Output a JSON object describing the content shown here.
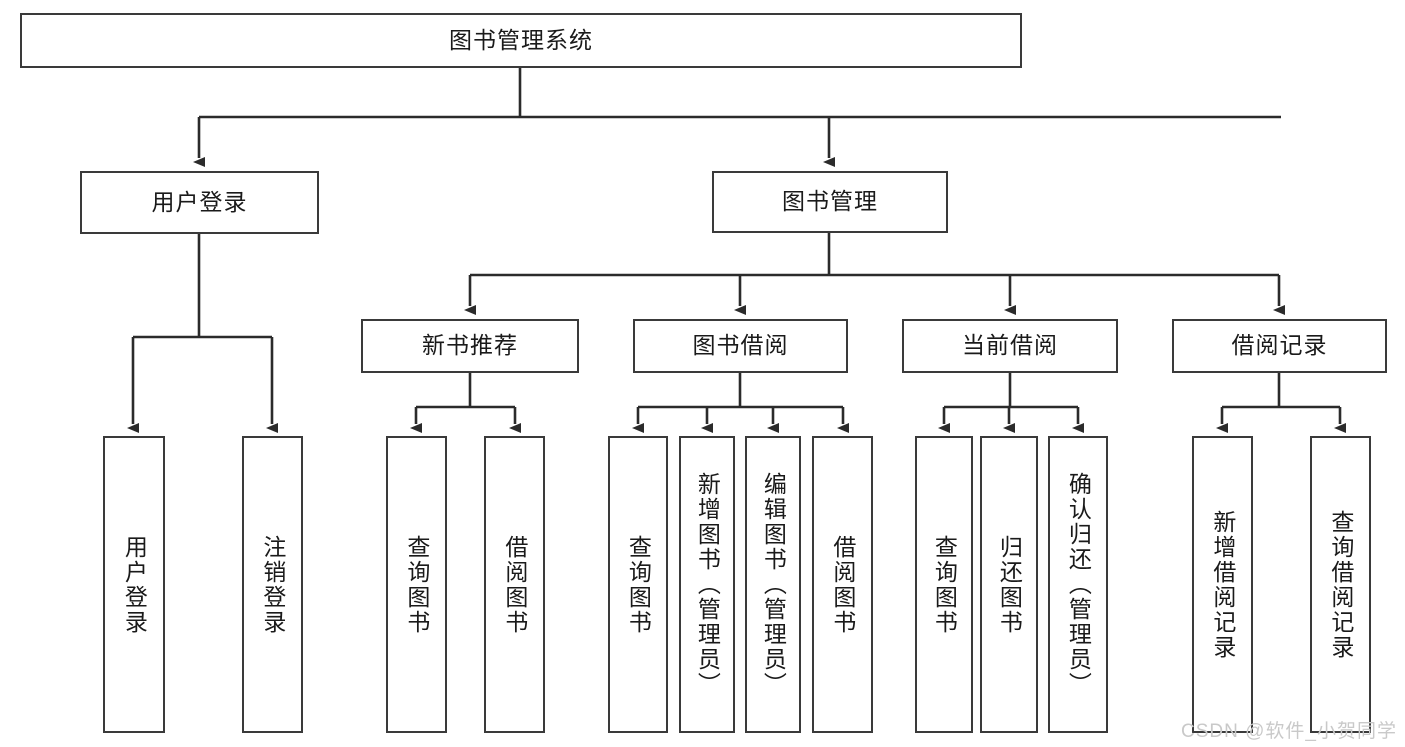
{
  "diagram": {
    "title": "图书管理系统",
    "type": "tree-hierarchy",
    "root": {
      "label": "图书管理系统"
    },
    "level2": [
      {
        "label": "用户登录"
      },
      {
        "label": "图书管理"
      }
    ],
    "level3": [
      {
        "label": "新书推荐"
      },
      {
        "label": "图书借阅"
      },
      {
        "label": "当前借阅"
      },
      {
        "label": "借阅记录"
      }
    ],
    "leaves": {
      "user_login": [
        {
          "label": "用户登录"
        },
        {
          "label": "注销登录"
        }
      ],
      "new_book_recommend": [
        {
          "label": "查询图书"
        },
        {
          "label": "借阅图书"
        }
      ],
      "book_borrow": [
        {
          "label": "查询图书"
        },
        {
          "label": "新增图书（管理员）"
        },
        {
          "label": "编辑图书（管理员）"
        },
        {
          "label": "借阅图书"
        }
      ],
      "current_borrow": [
        {
          "label": "查询图书"
        },
        {
          "label": "归还图书"
        },
        {
          "label": "确认归还（管理员）"
        }
      ],
      "borrow_record": [
        {
          "label": "新增借阅记录"
        },
        {
          "label": "查询借阅记录"
        }
      ]
    }
  },
  "watermark": {
    "text": "CSDN @软件_小贺同学"
  },
  "colors": {
    "border": "#3a3a3a",
    "line": "#2b2b2b",
    "text": "#1a1a1a",
    "background": "#ffffff",
    "watermark": "#c9c9c9"
  }
}
